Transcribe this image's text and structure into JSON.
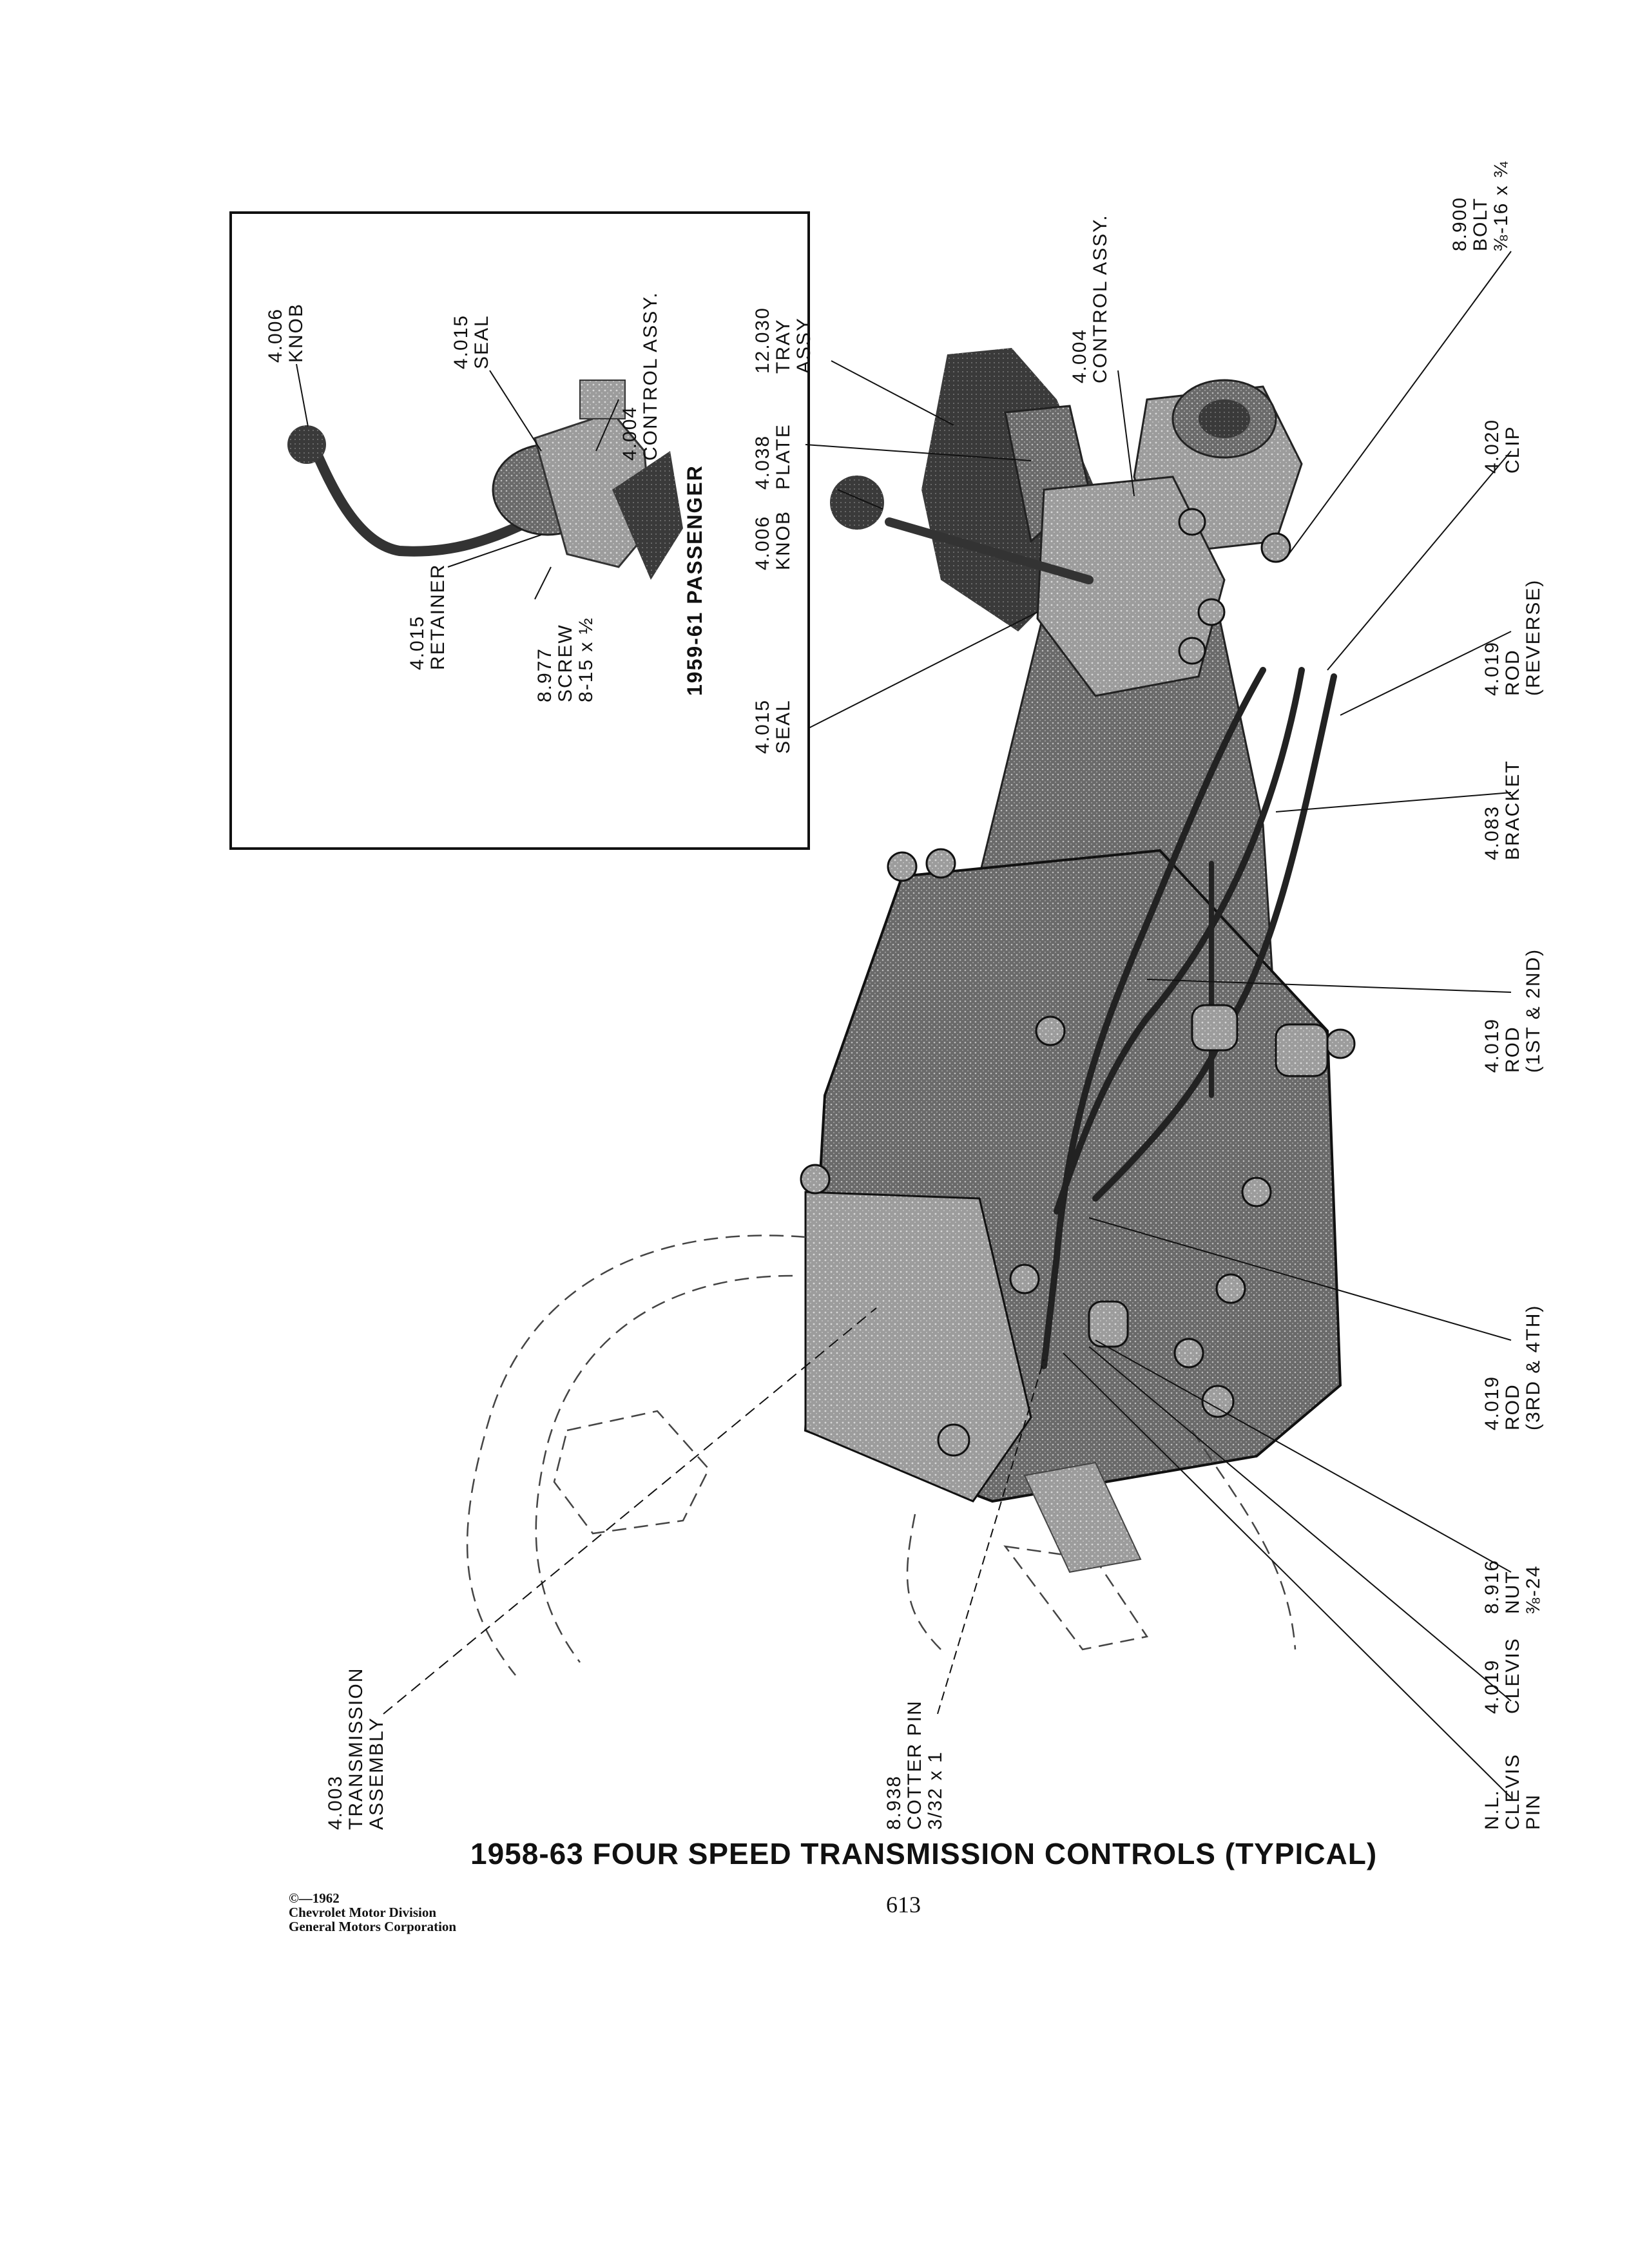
{
  "title": "1958-63 FOUR SPEED TRANSMISSION CONTROLS (TYPICAL)",
  "page_number": "613",
  "copyright": {
    "line1": "©—1962",
    "line2": "Chevrolet Motor Division",
    "line3": "General Motors Corporation"
  },
  "inset": {
    "caption": "1959-61 PASSENGER",
    "labels": {
      "knob": [
        "4.006",
        "KNOB"
      ],
      "seal": [
        "4.015",
        "SEAL"
      ],
      "control": [
        "4.004",
        "CONTROL ASSY."
      ],
      "retainer": [
        "4.015",
        "RETAINER"
      ],
      "screw": [
        "8.977",
        "SCREW",
        "8-15 x ½"
      ]
    }
  },
  "labels": {
    "tray": [
      "12.030",
      "TRAY",
      "ASSY."
    ],
    "control": [
      "4.004",
      "CONTROL ASSY."
    ],
    "bolt": [
      "8.900",
      "BOLT",
      "⅜-16 x ¾"
    ],
    "plate": [
      "4.038",
      "PLATE"
    ],
    "knob": [
      "4.006",
      "KNOB"
    ],
    "seal": [
      "4.015",
      "SEAL"
    ],
    "clip": [
      "4.020",
      "CLIP"
    ],
    "rod_reverse": [
      "4.019",
      "ROD",
      "(REVERSE)"
    ],
    "bracket": [
      "4.083",
      "BRACKET"
    ],
    "rod_1st_2nd": [
      "4.019",
      "ROD",
      "(1ST & 2ND)"
    ],
    "rod_3rd_4th": [
      "4.019",
      "ROD",
      "(3RD & 4TH)"
    ],
    "nut": [
      "8.916",
      "NUT",
      "⅜-24"
    ],
    "clevis": [
      "4.019",
      "CLEVIS"
    ],
    "clevis_pin": [
      "N.L.",
      "CLEVIS",
      "PIN"
    ],
    "cotter_pin": [
      "8.938",
      "COTTER PIN",
      "3/32 x 1"
    ],
    "transmission": [
      "4.003",
      "TRANSMISSION",
      "ASSEMBLY"
    ]
  }
}
